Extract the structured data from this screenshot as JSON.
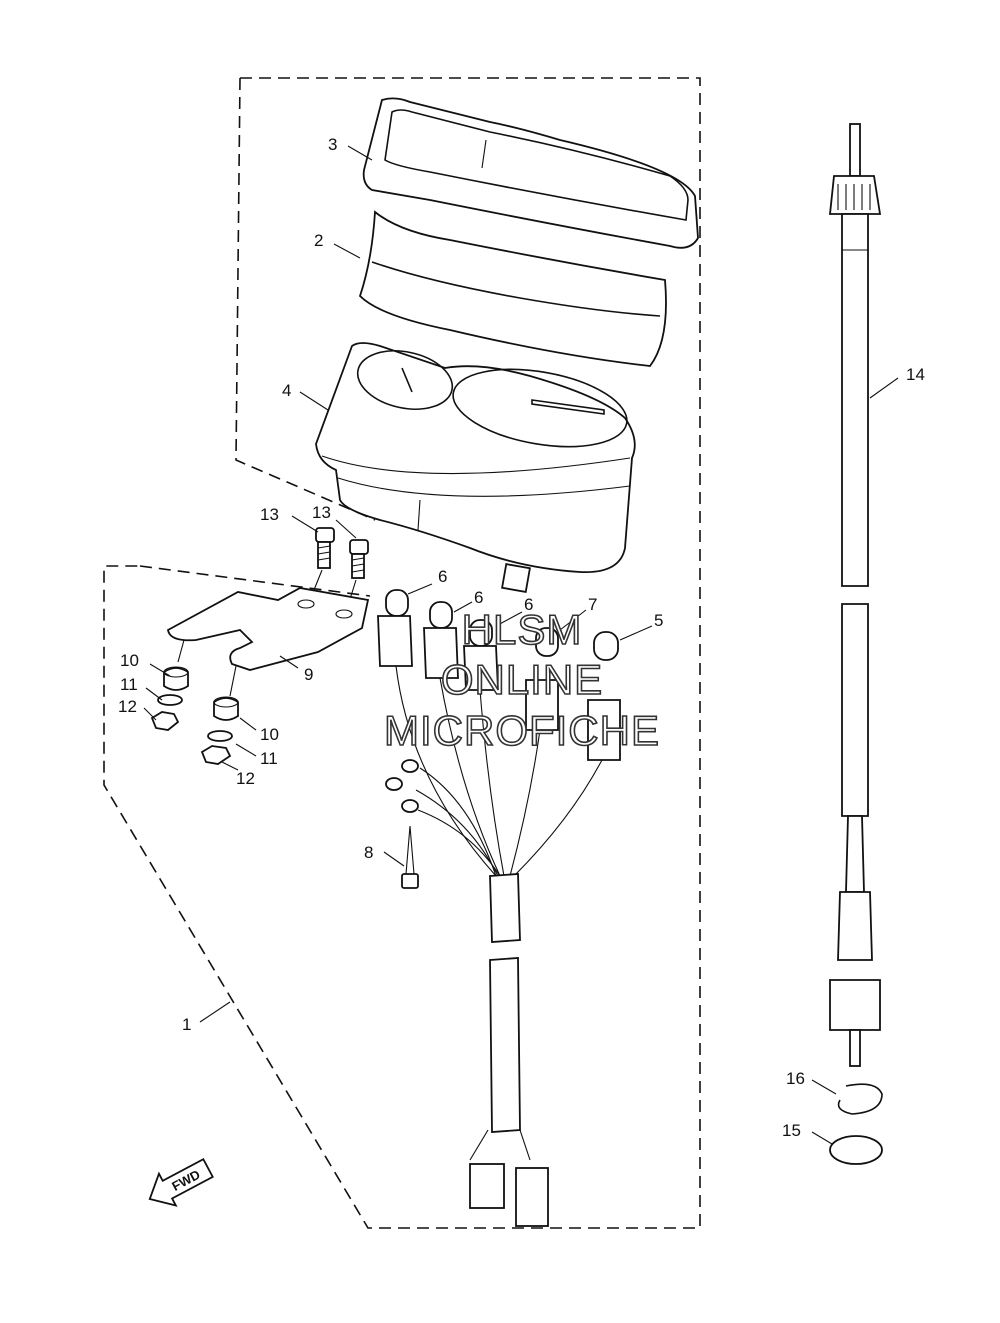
{
  "callouts": {
    "c1": "1",
    "c2": "2",
    "c3": "3",
    "c4": "4",
    "c5": "5",
    "c6a": "6",
    "c6b": "6",
    "c6c": "6",
    "c7": "7",
    "c8": "8",
    "c9": "9",
    "c10a": "10",
    "c10b": "10",
    "c11a": "11",
    "c11b": "11",
    "c12a": "12",
    "c12b": "12",
    "c13a": "13",
    "c13b": "13",
    "c14": "14",
    "c15": "15",
    "c16": "16"
  },
  "watermark": {
    "line1": "HLSM",
    "line2": "ONLINE",
    "line3": "MICROFICHE"
  },
  "fwd_arrow": {
    "label": "FWD",
    "icon": "fwd-arrow-icon"
  },
  "colors": {
    "line": "#111111",
    "background": "#ffffff"
  }
}
